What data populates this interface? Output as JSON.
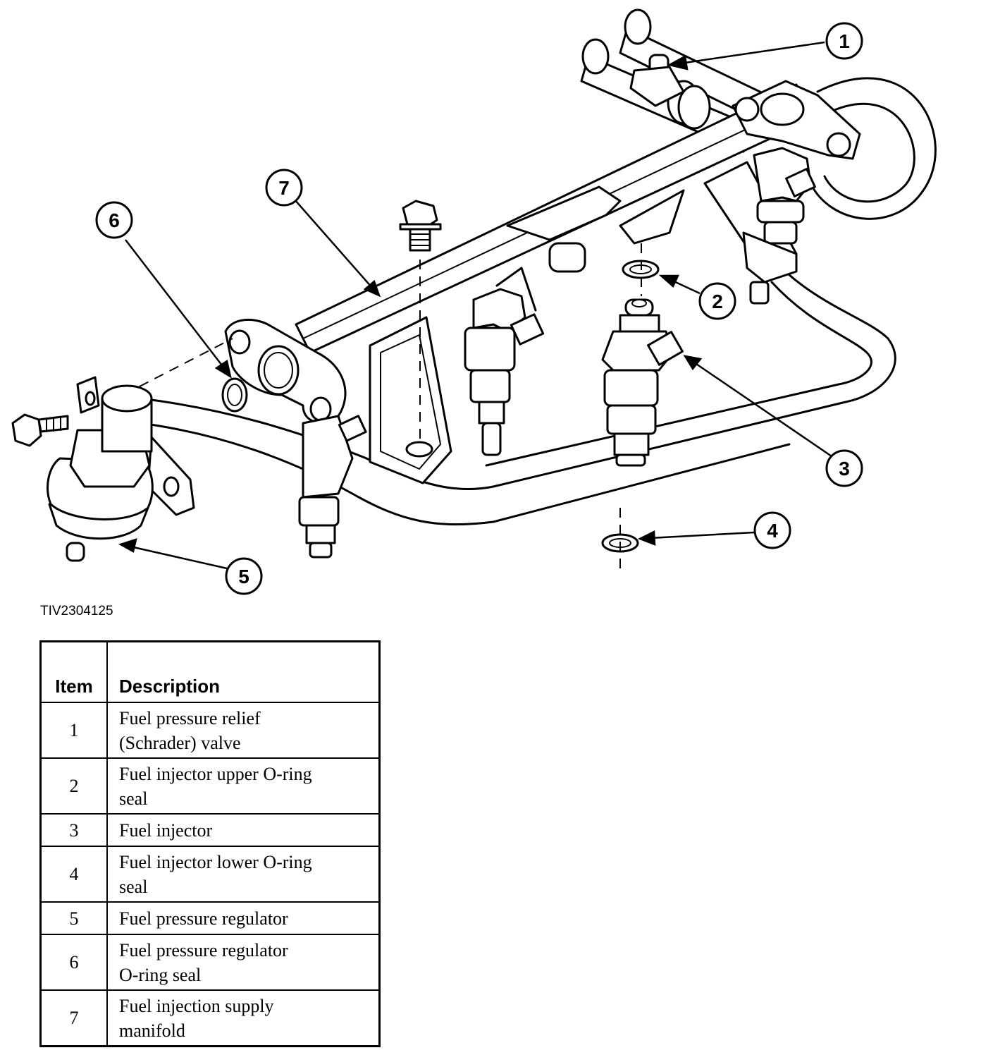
{
  "diagram": {
    "callouts": [
      "1",
      "2",
      "3",
      "4",
      "5",
      "6",
      "7"
    ],
    "figure_code": "TIV2304125"
  },
  "legend": {
    "header_item": "Item",
    "header_description": "Description",
    "rows": [
      {
        "item": "1",
        "description_lines": [
          "Fuel pressure relief",
          "(Schrader) valve"
        ]
      },
      {
        "item": "2",
        "description_lines": [
          "Fuel injector upper O-ring",
          "seal"
        ]
      },
      {
        "item": "3",
        "description_lines": [
          "Fuel injector"
        ]
      },
      {
        "item": "4",
        "description_lines": [
          "Fuel injector lower O-ring",
          "seal"
        ]
      },
      {
        "item": "5",
        "description_lines": [
          "Fuel pressure regulator"
        ]
      },
      {
        "item": "6",
        "description_lines": [
          "Fuel pressure regulator",
          "O-ring seal"
        ]
      },
      {
        "item": "7",
        "description_lines": [
          "Fuel injection supply",
          "manifold"
        ]
      }
    ]
  }
}
